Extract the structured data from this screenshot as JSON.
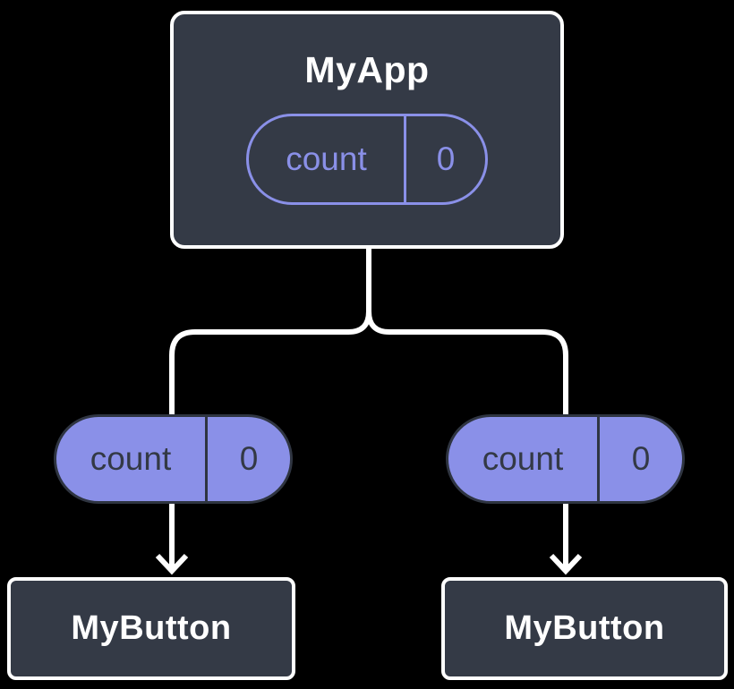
{
  "diagram": {
    "description": "React component tree showing state lifted to parent and passed down as props",
    "root": {
      "label": "MyApp",
      "state_pill": {
        "key": "count",
        "value": "0"
      }
    },
    "left_branch": {
      "prop_pill": {
        "key": "count",
        "value": "0"
      },
      "child": {
        "label": "MyButton"
      }
    },
    "right_branch": {
      "prop_pill": {
        "key": "count",
        "value": "0"
      },
      "child": {
        "label": "MyButton"
      }
    },
    "colors": {
      "background": "#000000",
      "node_background": "#343a46",
      "node_border": "#ffffff",
      "accent_purple": "#8a90e8",
      "pill_dark_outline": "#2f3541",
      "pill_dark_text": "#333945",
      "connector_line": "#ffffff"
    }
  }
}
